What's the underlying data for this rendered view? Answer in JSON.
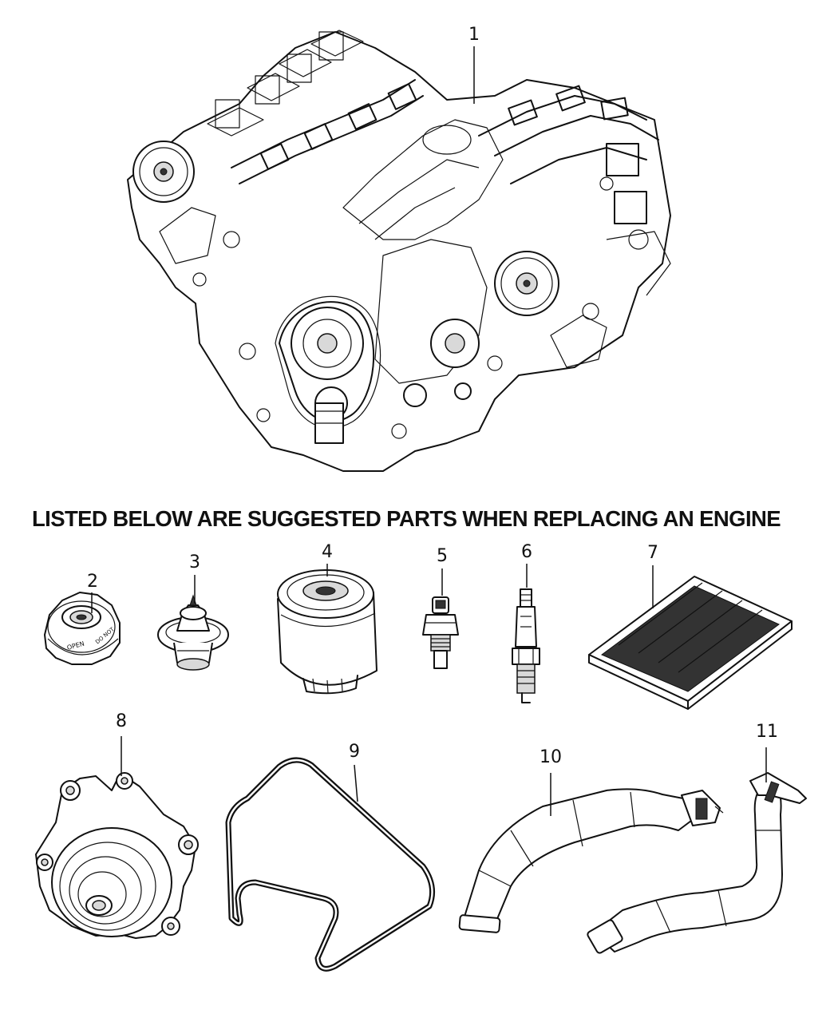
{
  "heading": "LISTED BELOW ARE SUGGESTED PARTS WHEN REPLACING AN ENGINE",
  "callouts": {
    "c1": "1",
    "c2": "2",
    "c3": "3",
    "c4": "4",
    "c5": "5",
    "c6": "6",
    "c7": "7",
    "c8": "8",
    "c9": "9",
    "c10": "10",
    "c11": "11"
  },
  "radiator_cap_text": {
    "line1": "OPEN",
    "line2": "DO NOT"
  }
}
